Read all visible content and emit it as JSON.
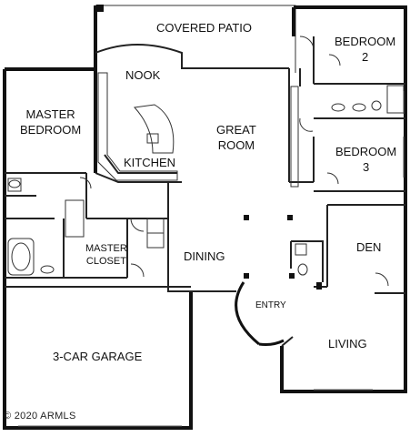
{
  "rooms": {
    "covered_patio": "COVERED PATIO",
    "bedroom_2": [
      "BEDROOM",
      "2"
    ],
    "nook": "NOOK",
    "master_bedroom": [
      "MASTER",
      "BEDROOM"
    ],
    "great_room": [
      "GREAT",
      "ROOM"
    ],
    "kitchen": "KITCHEN",
    "bedroom_3": [
      "BEDROOM",
      "3"
    ],
    "den": "DEN",
    "master_closet": [
      "MASTER",
      "CLOSET"
    ],
    "dining": "DINING",
    "entry": "ENTRY",
    "living": "LIVING",
    "garage": "3-CAR GARAGE"
  },
  "copyright": "2020 ARMLS",
  "colors": {
    "wall": "#111111",
    "line": "#333333",
    "background": "#ffffff"
  }
}
